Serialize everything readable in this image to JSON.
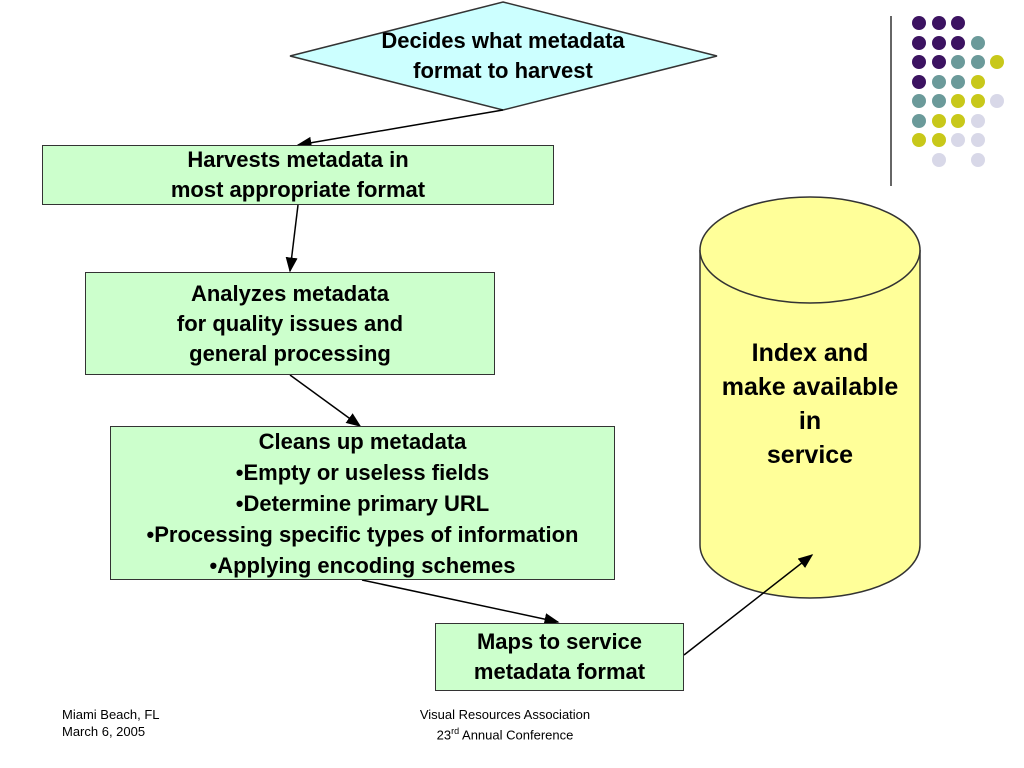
{
  "decision": {
    "line1": "Decides what metadata",
    "line2": "format to harvest"
  },
  "harvest": {
    "line1": "Harvests metadata in",
    "line2": "most appropriate format"
  },
  "analyze": {
    "line1": "Analyzes metadata",
    "line2": "for quality issues and",
    "line3": "general processing"
  },
  "clean": {
    "title": "Cleans up metadata",
    "bullets": [
      "•Empty or useless fields",
      "•Determine primary URL",
      "•Processing specific types of information",
      "•Applying encoding schemes"
    ]
  },
  "maps": {
    "line1": "Maps to service",
    "line2": "metadata format"
  },
  "index": {
    "line1": "Index and",
    "line2": "make available",
    "line3": "in",
    "line4": "service"
  },
  "footer": {
    "left_line1": "Miami Beach, FL",
    "left_line2": "March 6, 2005",
    "right_line1": "Visual Resources Association",
    "right_line2_prefix": "23",
    "right_line2_sup": "rd",
    "right_line2_suffix": " Annual Conference"
  },
  "colors": {
    "diamond_fill": "#ccffff",
    "box_fill": "#ccffcc",
    "cylinder_fill": "#ffff99",
    "dot_purple": "#3c1361",
    "dot_teal": "#6b9a9a",
    "dot_olive": "#c8c81a",
    "dot_lavender": "#d8d8e8"
  },
  "decor_dots": [
    [
      "purple",
      "purple",
      "purple",
      "none",
      "none"
    ],
    [
      "purple",
      "purple",
      "purple",
      "teal",
      "none"
    ],
    [
      "purple",
      "purple",
      "teal",
      "teal",
      "olive"
    ],
    [
      "purple",
      "teal",
      "teal",
      "olive",
      "none"
    ],
    [
      "teal",
      "teal",
      "olive",
      "olive",
      "lavender"
    ],
    [
      "teal",
      "olive",
      "olive",
      "lavender",
      "none"
    ],
    [
      "olive",
      "olive",
      "lavender",
      "lavender",
      "none"
    ],
    [
      "none",
      "lavender",
      "none",
      "lavender",
      "none"
    ]
  ]
}
